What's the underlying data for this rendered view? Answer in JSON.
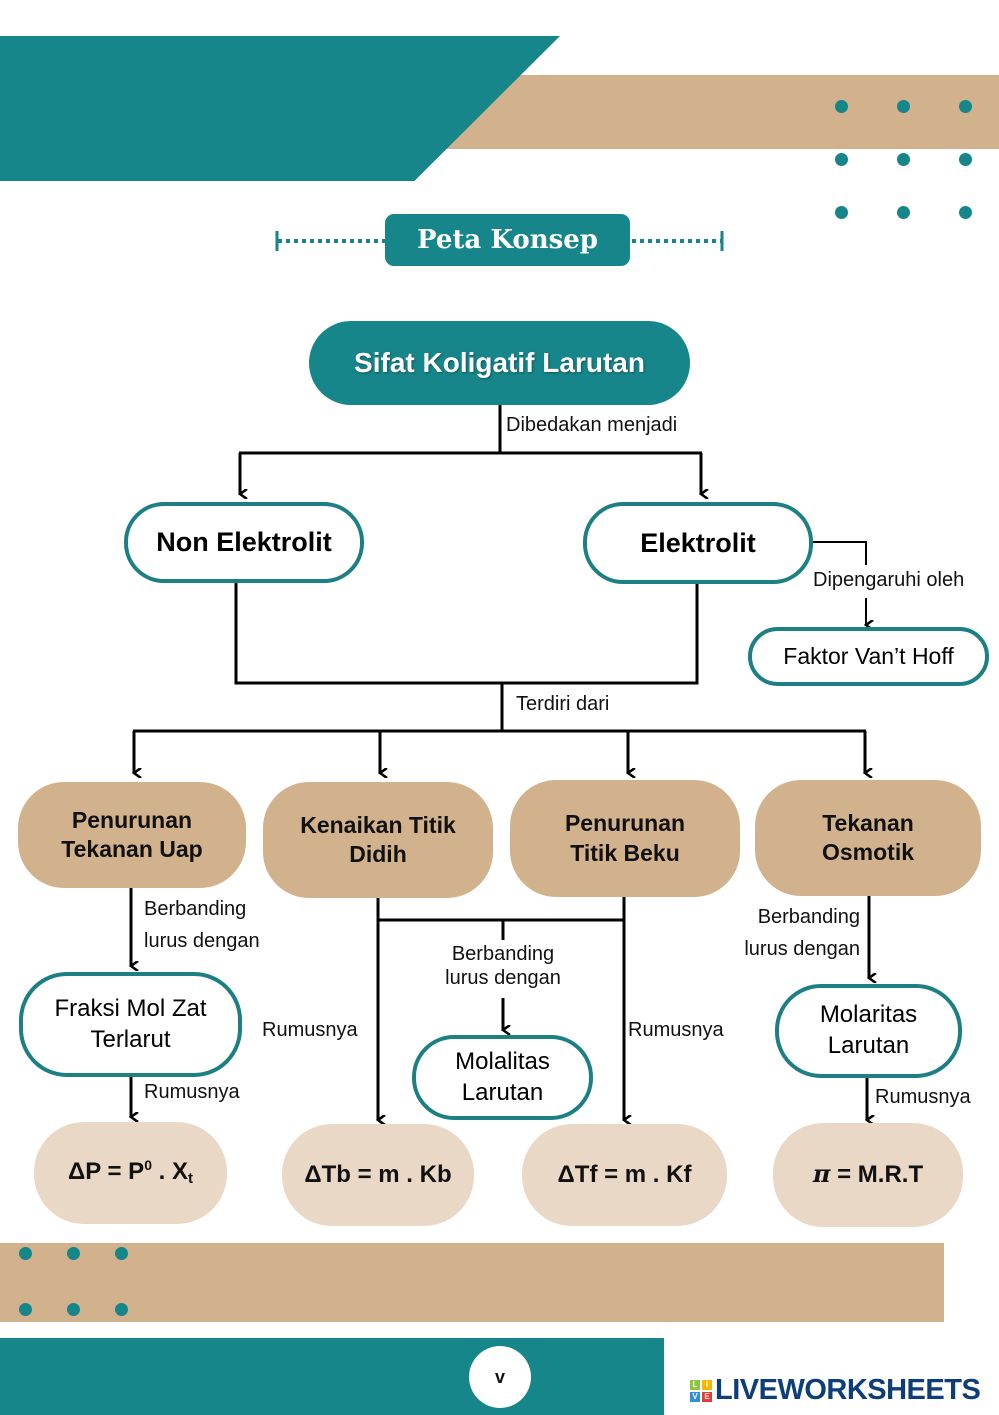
{
  "colors": {
    "teal": "#16868a",
    "teal_border": "#1c7f84",
    "tan": "#d2b28d",
    "light_tan": "#ead8c7",
    "logo_navy": "#0d3e78"
  },
  "header": {
    "title": "Peta Konsep"
  },
  "concept_map": {
    "root": "Sifat Koligatif Larutan",
    "root_edge_label": "Dibedakan menjadi",
    "types": [
      {
        "label": "Non Elektrolit"
      },
      {
        "label": "Elektrolit"
      }
    ],
    "electrolyte_edge_label": "Dipengaruhi oleh",
    "vant_hoff": "Faktor Van’t Hoff",
    "types_edge_label": "Terdiri dari",
    "properties": [
      {
        "label_line1": "Penurunan",
        "label_line2": "Tekanan Uap",
        "relation_line1": "Berbanding",
        "relation_line2": "lurus dengan",
        "factor_line1": "Fraksi Mol Zat",
        "factor_line2": "Terlarut",
        "formula_edge_label": "Rumusnya",
        "formula": {
          "lhs": "ΔP = P",
          "sup": "0",
          "mid": " . X",
          "sub": "t"
        }
      },
      {
        "label_line1": "Kenaikan Titik",
        "label_line2": "Didih",
        "formula_edge_label": "Rumusnya",
        "formula": {
          "text": "ΔTb = m . Kb"
        }
      },
      {
        "label_line1": "Penurunan",
        "label_line2": "Titik Beku",
        "formula_edge_label": "Rumusnya",
        "formula": {
          "text": "ΔTf = m . Kf"
        }
      },
      {
        "label_line1": "Tekanan",
        "label_line2": "Osmotik",
        "relation_line1": "Berbanding",
        "relation_line2": "lurus dengan",
        "factor_line1": "Molaritas",
        "factor_line2": "Larutan",
        "formula_edge_label": "Rumusnya",
        "formula": {
          "pi": "π",
          "text": " = M.R.T"
        }
      }
    ],
    "shared_relation_line1": "Berbanding",
    "shared_relation_line2": "lurus dengan",
    "shared_factor_line1": "Molalitas",
    "shared_factor_line2": "Larutan"
  },
  "footer": {
    "page_number": "v",
    "brand": "LIVEWORKSHEETS",
    "brand_tiles": [
      "L",
      "I",
      "V",
      "E"
    ]
  }
}
